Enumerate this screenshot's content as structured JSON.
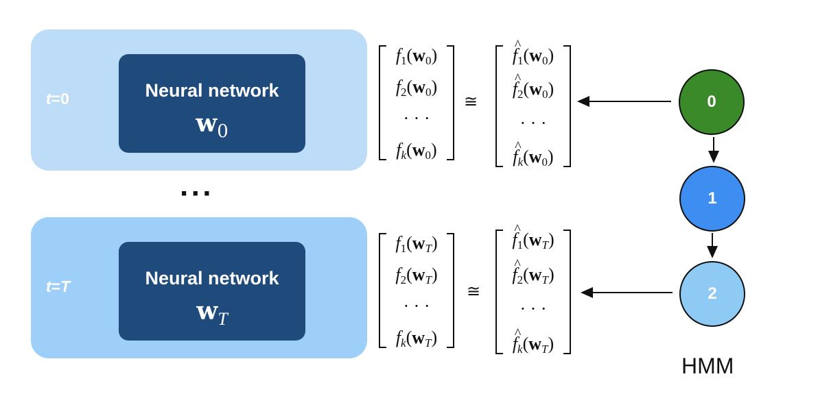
{
  "panels": [
    {
      "time_var": "t",
      "time_eq": "=",
      "time_val": "0",
      "title": "Neural network",
      "weight_symbol": "w",
      "weight_sub": "0"
    },
    {
      "time_var": "t",
      "time_eq": "=",
      "time_val": "T",
      "title": "Neural network",
      "weight_symbol": "w",
      "weight_sub": "T"
    }
  ],
  "ellipsis": "···",
  "relation": "≅",
  "matrices": {
    "top_left": {
      "rows": [
        {
          "f": "f",
          "i": "1",
          "w": "w",
          "s": "0"
        },
        {
          "f": "f",
          "i": "2",
          "w": "w",
          "s": "0"
        },
        {
          "dots": "· · ·"
        },
        {
          "f": "f",
          "i": "k",
          "w": "w",
          "s": "0"
        }
      ]
    },
    "top_right": {
      "rows": [
        {
          "f": "f",
          "i": "1",
          "w": "w",
          "s": "0"
        },
        {
          "f": "f",
          "i": "2",
          "w": "w",
          "s": "0"
        },
        {
          "dots": "· · ·"
        },
        {
          "f": "f",
          "i": "k",
          "w": "w",
          "s": "0"
        }
      ]
    },
    "bot_left": {
      "rows": [
        {
          "f": "f",
          "i": "1",
          "w": "w",
          "s": "T"
        },
        {
          "f": "f",
          "i": "2",
          "w": "w",
          "s": "T"
        },
        {
          "dots": "· · ·"
        },
        {
          "f": "f",
          "i": "k",
          "w": "w",
          "s": "T"
        }
      ]
    },
    "bot_right": {
      "rows": [
        {
          "f": "f",
          "i": "1",
          "w": "w",
          "s": "T"
        },
        {
          "f": "f",
          "i": "2",
          "w": "w",
          "s": "T"
        },
        {
          "dots": "· · ·"
        },
        {
          "f": "f",
          "i": "k",
          "w": "w",
          "s": "T"
        }
      ]
    }
  },
  "hmm": {
    "states": [
      {
        "label": "0",
        "color": "#3a8a2a"
      },
      {
        "label": "1",
        "color": "#3d8ef0"
      },
      {
        "label": "2",
        "color": "#8fcaf5"
      }
    ],
    "label": "HMM"
  }
}
